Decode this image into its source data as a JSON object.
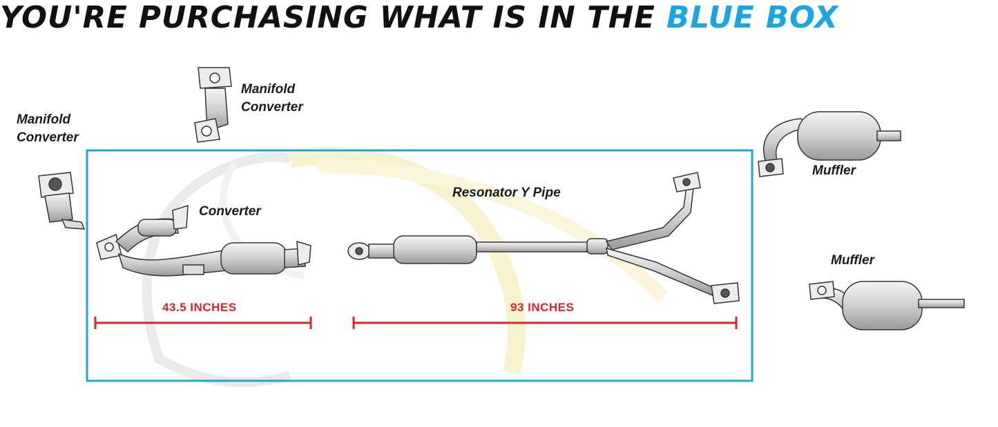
{
  "headline": {
    "prefix": "YOU'RE PURCHASING WHAT IS IN THE ",
    "highlight": "BLUE BOX"
  },
  "colors": {
    "box_border": "#1aa6e0",
    "highlight": "#1aa6e0",
    "measurement": "#d9232a",
    "headline": "#111111"
  },
  "parts": {
    "manifold_converter_left": {
      "line1": "Manifold",
      "line2": "Converter"
    },
    "manifold_converter_top": {
      "line1": "Manifold",
      "line2": "Converter"
    },
    "converter": "Converter",
    "resonator_y_pipe": "Resonator Y Pipe",
    "muffler_top": "Muffler",
    "muffler_bottom": "Muffler"
  },
  "measurements": {
    "converter_length": "43.5 INCHES",
    "resonator_length": "93 INCHES"
  }
}
